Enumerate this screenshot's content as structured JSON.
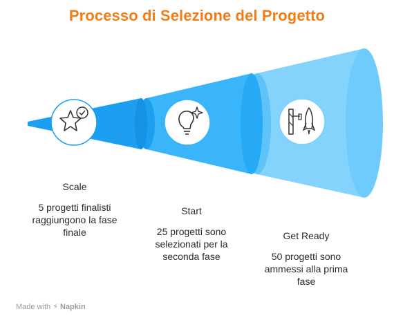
{
  "title": "Processo di Selezione del Progetto",
  "stages": [
    {
      "name": "Scale",
      "description": "5 progetti finalisti\nraggiungono la fase\nfinale",
      "icon": "star-check-icon"
    },
    {
      "name": "Start",
      "description": "25 progetti sono\nselezionati per la\nseconda fase",
      "icon": "lightbulb-sparkle-icon"
    },
    {
      "name": "Get Ready",
      "description": "50 progetti sono\nammessi alla prima\nfase",
      "icon": "launchpad-rocket-icon"
    }
  ],
  "footer": {
    "made_with": "Made with",
    "brand": "Napkin"
  },
  "colors": {
    "title": "#f07e18",
    "dark_blue": "#1aa1f0",
    "mid_blue": "#2fb4fb",
    "light_blue": "#79d0fd"
  }
}
